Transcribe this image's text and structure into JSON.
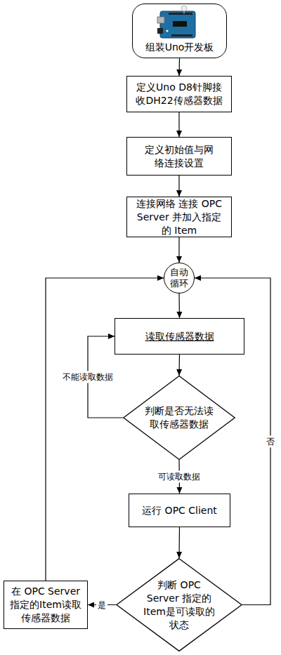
{
  "diagram": {
    "nodes": [
      {
        "text": [
          "组装Uno开发板"
        ]
      },
      {
        "text": [
          "定义Uno D8针脚接收DH22传感器数据"
        ]
      },
      {
        "text": [
          "定义初始值与网络连接设置"
        ]
      },
      {
        "text": [
          "连接网络 连接 OPC Server 并加入指定的 Item"
        ]
      },
      {
        "text": [
          "自动循环"
        ]
      },
      {
        "text": [
          "读取传感器数据"
        ]
      },
      {
        "text": [
          "判断是否无法读取传感器数据"
        ]
      },
      {
        "text": [
          "运行 OPC Client"
        ]
      },
      {
        "text": [
          "判断 OPC Server 指定的Item是可读取的状态"
        ]
      },
      {
        "text": [
          "在 OPC Server 指定的Item读取传感器数据"
        ]
      }
    ],
    "edges": [
      {
        "from": 0,
        "to": 1,
        "arrow": "to"
      },
      {
        "from": 1,
        "to": 2,
        "arrow": "to"
      },
      {
        "from": 2,
        "to": 3,
        "arrow": "to"
      },
      {
        "from": 3,
        "to": 4,
        "arrow": "to"
      },
      {
        "from": 4,
        "to": 5,
        "arrow": "to"
      },
      {
        "from": 5,
        "to": 6,
        "arrow": "to"
      },
      {
        "from": 6,
        "to": 5,
        "label": "不能读取数据",
        "arrow": "to"
      },
      {
        "from": 6,
        "to": 7,
        "label": "可读取数据",
        "arrow": "to"
      },
      {
        "from": 7,
        "to": 8,
        "arrow": "to"
      },
      {
        "from": 8,
        "to": 9,
        "label": "是",
        "arrow": "to"
      },
      {
        "from": 9,
        "to": 4,
        "arrow": "to"
      },
      {
        "from": 8,
        "to": 4,
        "label": "否",
        "arrow": "to"
      }
    ]
  }
}
